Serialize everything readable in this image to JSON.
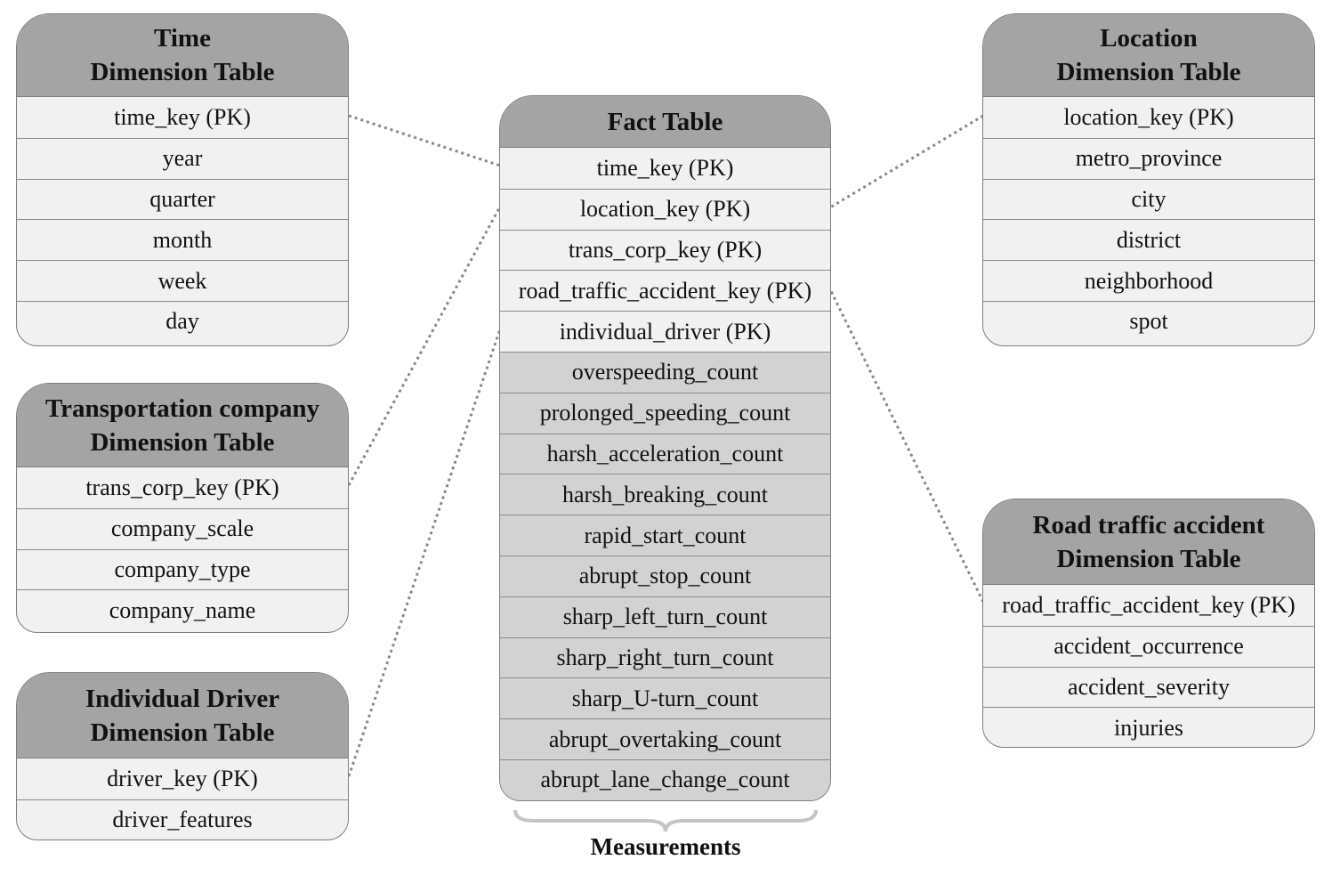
{
  "time_table": {
    "title_line1": "Time",
    "title_line2": "Dimension Table",
    "rows": [
      "time_key (PK)",
      "year",
      "quarter",
      "month",
      "week",
      "day"
    ]
  },
  "transport_table": {
    "title_line1": "Transportation company",
    "title_line2": "Dimension Table",
    "rows": [
      "trans_corp_key (PK)",
      "company_scale",
      "company_type",
      "company_name"
    ]
  },
  "driver_table": {
    "title_line1": "Individual Driver",
    "title_line2": "Dimension Table",
    "rows": [
      "driver_key (PK)",
      "driver_features"
    ]
  },
  "fact_table": {
    "title": "Fact Table",
    "keys": [
      "time_key (PK)",
      "location_key (PK)",
      "trans_corp_key (PK)",
      "road_traffic_accident_key (PK)",
      "individual_driver (PK)"
    ],
    "measures": [
      "overspeeding_count",
      "prolonged_speeding_count",
      "harsh_acceleration_count",
      "harsh_breaking_count",
      "rapid_start_count",
      "abrupt_stop_count",
      "sharp_left_turn_count",
      "sharp_right_turn_count",
      "sharp_U-turn_count",
      "abrupt_overtaking_count",
      "abrupt_lane_change_count"
    ],
    "measurements_label": "Measurements"
  },
  "location_table": {
    "title_line1": "Location",
    "title_line2": "Dimension Table",
    "rows": [
      "location_key (PK)",
      "metro_province",
      "city",
      "district",
      "neighborhood",
      "spot"
    ]
  },
  "accident_table": {
    "title_line1": "Road traffic accident",
    "title_line2": "Dimension Table",
    "rows": [
      "road_traffic_accident_key (PK)",
      "accident_occurrence",
      "accident_severity",
      "injuries"
    ]
  },
  "colors": {
    "header_fill": "#a4a4a4",
    "row_fill": "#f1f1f1",
    "measure_fill": "#d2d2d2",
    "border": "#7d7d7d",
    "connector": "#888888"
  }
}
